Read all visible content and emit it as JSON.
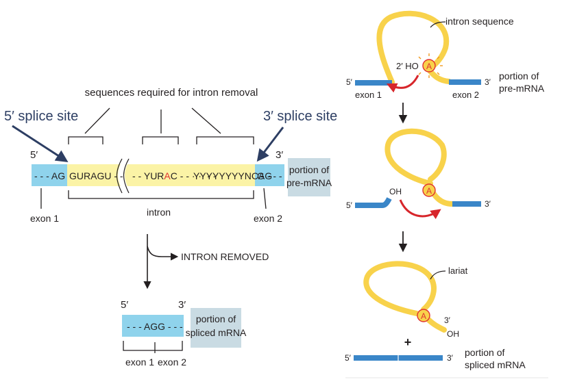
{
  "left_panel": {
    "required_label": "sequences required for intron removal",
    "five_splice_label": "5′ splice site",
    "three_splice_label": "3′ splice site",
    "five_prime": "5′",
    "three_prime": "3′",
    "seq_exon1": "- - - AG",
    "seq_5ss": "GURAGU - -",
    "seq_branch_pre": "- -  YUR",
    "seq_branch_a": "A",
    "seq_branch_post": "C - - ···· - -",
    "seq_3ss": "YYYYYYYYNCAG",
    "seq_exon2": "G - - -",
    "portion_premrna_line1": "portion of",
    "portion_premrna_line2": "pre-mRNA",
    "exon1_label": "exon 1",
    "intron_label": "intron",
    "exon2_label": "exon 2",
    "intron_removed_label": "INTRON REMOVED",
    "spliced_five_prime": "5′",
    "spliced_three_prime": "3′",
    "spliced_seq": "- - - AGG - - -",
    "portion_spliced_line1": "portion of",
    "portion_spliced_line2": "spliced mRNA",
    "spliced_exon1_label": "exon 1",
    "spliced_exon2_label": "exon 2"
  },
  "right_panel": {
    "intron_sequence_label": "intron sequence",
    "ho_label": "2′ HO",
    "branch_a": "A",
    "five_prime": "5′",
    "three_prime": "3′",
    "exon1_label": "exon 1",
    "exon2_label": "exon 2",
    "portion_premrna_line1": "portion of",
    "portion_premrna_line2": "pre-mRNA",
    "oh_label": "OH",
    "lariat_label": "lariat",
    "plus_label": "+",
    "portion_spliced_line1": "portion of",
    "portion_spliced_line2": "spliced mRNA"
  },
  "colors": {
    "exon_blue": "#8fd3ec",
    "intron_yellow": "#fbf3a6",
    "label_box": "#c9dbe3",
    "strand_blue": "#3a86c8",
    "intron_gold": "#f8d24b",
    "arrow_red": "#d7262b",
    "branch_a_red": "#e0312f",
    "text": "#231f20"
  }
}
